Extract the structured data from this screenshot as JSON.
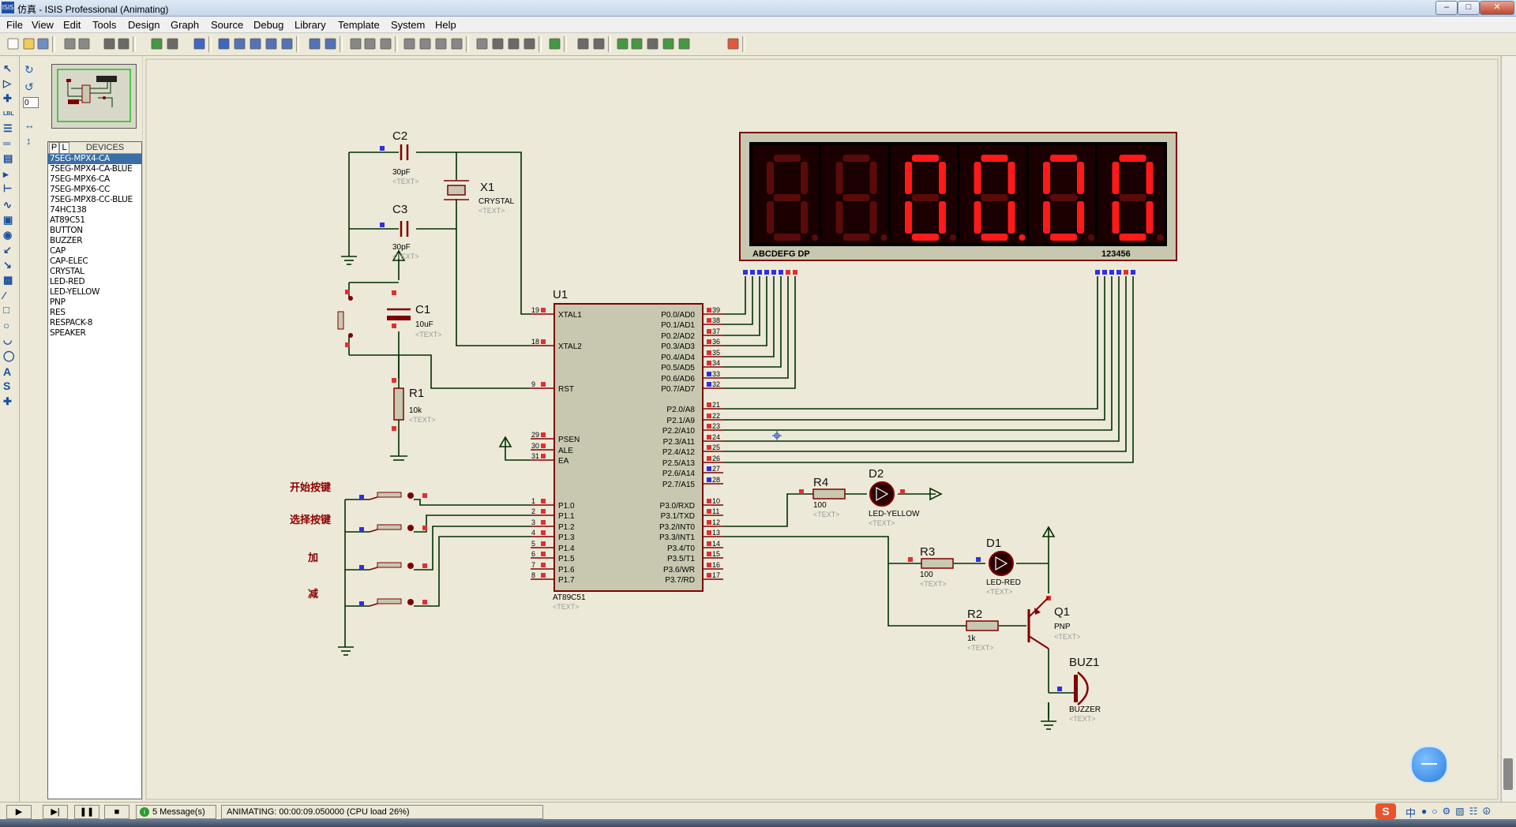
{
  "window": {
    "title": "仿真 - ISIS Professional (Animating)",
    "app_icon_text": "ISIS"
  },
  "menu": [
    "File",
    "View",
    "Edit",
    "Tools",
    "Design",
    "Graph",
    "Source",
    "Debug",
    "Library",
    "Template",
    "System",
    "Help"
  ],
  "toolbar_icons": [
    "new",
    "open",
    "save",
    "import",
    "export",
    "print",
    "print-area",
    "refresh",
    "grid",
    "origin",
    "pan",
    "zoom-in",
    "zoom-out",
    "zoom-all",
    "zoom-area",
    "undo",
    "redo",
    "cut",
    "copy",
    "paste",
    "block-copy",
    "block-move",
    "block-rotate",
    "block-delete",
    "pick",
    "make-device",
    "packaging",
    "decompose",
    "wire-autorouter",
    "search",
    "property-assign",
    "new-sheet",
    "remove-sheet",
    "netlist",
    "bom",
    "erc",
    "ares"
  ],
  "side": {
    "rotation_value": "0",
    "tabs": [
      "P",
      "L"
    ],
    "devices_header": "DEVICES",
    "devices": [
      "7SEG-MPX4-CA",
      "7SEG-MPX4-CA-BLUE",
      "7SEG-MPX6-CA",
      "7SEG-MPX6-CC",
      "7SEG-MPX8-CC-BLUE",
      "74HC138",
      "AT89C51",
      "BUTTON",
      "BUZZER",
      "CAP",
      "CAP-ELEC",
      "CRYSTAL",
      "LED-RED",
      "LED-YELLOW",
      "PNP",
      "RES",
      "RESPACK-8",
      "SPEAKER"
    ],
    "selected_index": 0
  },
  "schematic": {
    "display": {
      "segment_label": "ABCDEFG  DP",
      "digit_label": "123456",
      "digits": [
        "8",
        "8",
        "0",
        "0",
        "0",
        "0"
      ],
      "lit": [
        false,
        false,
        true,
        true,
        true,
        true
      ]
    },
    "text_placeholder": "<TEXT>",
    "components": {
      "c2": {
        "ref": "C2",
        "value": "30pF"
      },
      "c3": {
        "ref": "C3",
        "value": "30pF"
      },
      "x1": {
        "ref": "X1",
        "value": "CRYSTAL"
      },
      "c1": {
        "ref": "C1",
        "value": "10uF"
      },
      "r1": {
        "ref": "R1",
        "value": "10k"
      },
      "u1": {
        "ref": "U1",
        "value": "AT89C51"
      },
      "r4": {
        "ref": "R4",
        "value": "100"
      },
      "d2": {
        "ref": "D2",
        "value": "LED-YELLOW"
      },
      "r3": {
        "ref": "R3",
        "value": "100"
      },
      "d1": {
        "ref": "D1",
        "value": "LED-RED"
      },
      "r2": {
        "ref": "R2",
        "value": "1k"
      },
      "q1": {
        "ref": "Q1",
        "value": "PNP"
      },
      "buz1": {
        "ref": "BUZ1",
        "value": "BUZZER"
      }
    },
    "buttons": [
      "开始按键",
      "选择按键",
      "加",
      "减"
    ],
    "u1_left_pins": [
      {
        "num": "19",
        "name": "XTAL1"
      },
      {
        "num": "18",
        "name": "XTAL2"
      },
      {
        "num": "9",
        "name": "RST"
      },
      {
        "num": "29",
        "name": "PSEN"
      },
      {
        "num": "30",
        "name": "ALE"
      },
      {
        "num": "31",
        "name": "EA"
      },
      {
        "num": "1",
        "name": "P1.0"
      },
      {
        "num": "2",
        "name": "P1.1"
      },
      {
        "num": "3",
        "name": "P1.2"
      },
      {
        "num": "4",
        "name": "P1.3"
      },
      {
        "num": "5",
        "name": "P1.4"
      },
      {
        "num": "6",
        "name": "P1.5"
      },
      {
        "num": "7",
        "name": "P1.6"
      },
      {
        "num": "8",
        "name": "P1.7"
      }
    ],
    "u1_right_pins": [
      {
        "num": "39",
        "name": "P0.0/AD0"
      },
      {
        "num": "38",
        "name": "P0.1/AD1"
      },
      {
        "num": "37",
        "name": "P0.2/AD2"
      },
      {
        "num": "36",
        "name": "P0.3/AD3"
      },
      {
        "num": "35",
        "name": "P0.4/AD4"
      },
      {
        "num": "34",
        "name": "P0.5/AD5"
      },
      {
        "num": "33",
        "name": "P0.6/AD6"
      },
      {
        "num": "32",
        "name": "P0.7/AD7"
      },
      {
        "num": "21",
        "name": "P2.0/A8"
      },
      {
        "num": "22",
        "name": "P2.1/A9"
      },
      {
        "num": "23",
        "name": "P2.2/A10"
      },
      {
        "num": "24",
        "name": "P2.3/A11"
      },
      {
        "num": "25",
        "name": "P2.4/A12"
      },
      {
        "num": "26",
        "name": "P2.5/A13"
      },
      {
        "num": "27",
        "name": "P2.6/A14"
      },
      {
        "num": "28",
        "name": "P2.7/A15"
      },
      {
        "num": "10",
        "name": "P3.0/RXD"
      },
      {
        "num": "11",
        "name": "P3.1/TXD"
      },
      {
        "num": "12",
        "name": "P3.2/INT0"
      },
      {
        "num": "13",
        "name": "P3.3/INT1"
      },
      {
        "num": "14",
        "name": "P3.4/T0"
      },
      {
        "num": "15",
        "name": "P3.5/T1"
      },
      {
        "num": "16",
        "name": "P3.6/WR"
      },
      {
        "num": "17",
        "name": "P3.7/RD"
      }
    ]
  },
  "status": {
    "messages": "5 Message(s)",
    "animating": "ANIMATING: 00:00:09.050000 (CPU load 26%)"
  },
  "tray": {
    "ime": "中"
  },
  "colors": {
    "wire": "#003000",
    "component": "#800000",
    "body": "#c8c8b0",
    "lit_segment": "#ff1a1a",
    "dim_segment": "#5a0a0a",
    "pin_high": "#e03030",
    "pin_low": "#3030e0",
    "canvas": "#ece9d8"
  }
}
